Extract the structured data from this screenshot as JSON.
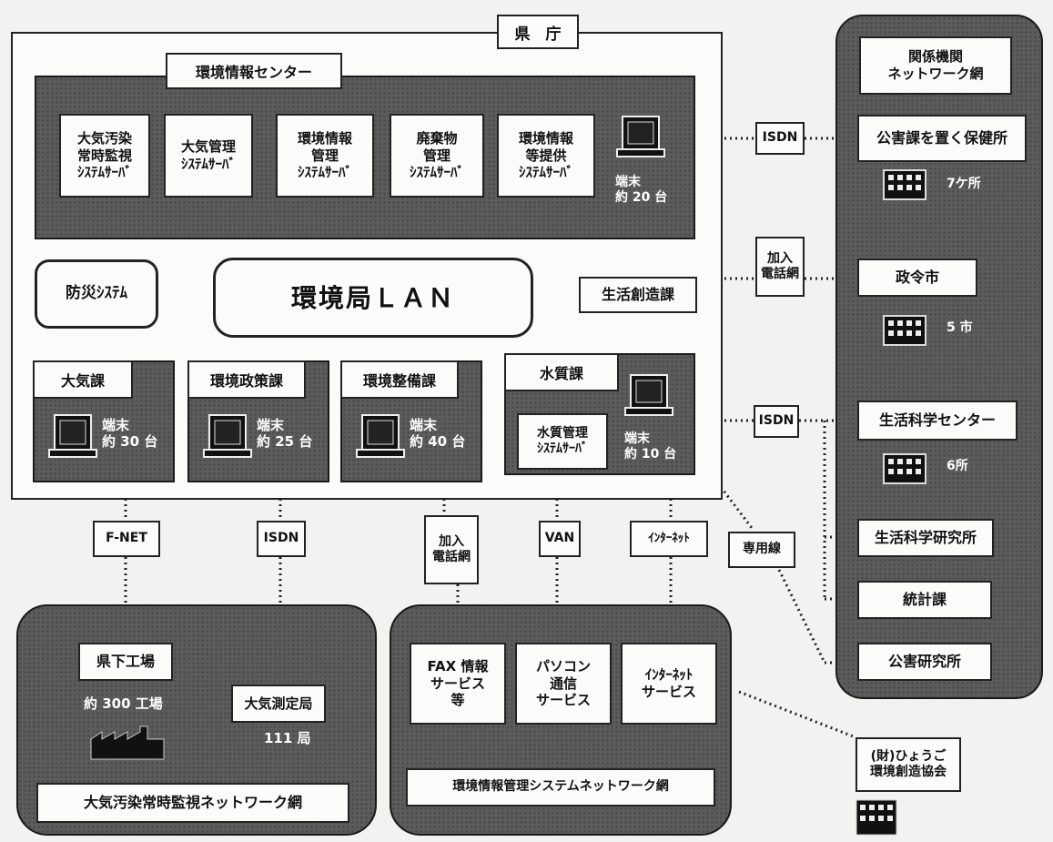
{
  "prefecture": {
    "label": "県　庁",
    "center_label": "環境情報センター",
    "servers": [
      "大気汚染\n常時監視\nｼｽﾃﾑｻｰﾊﾞ",
      "大気管理\nｼｽﾃﾑｻｰﾊﾞ",
      "環境情報\n管理\nｼｽﾃﾑｻｰﾊﾞ",
      "廃棄物\n管理\nｼｽﾃﾑｻｰﾊﾞ",
      "環境情報\n等提供\nｼｽﾃﾑｻｰﾊﾞ"
    ],
    "center_terminals": "端末\n約 20 台",
    "lan": "環境局ＬＡＮ",
    "disaster_system": "防災ｼｽﾃﾑ",
    "living_dept": "生活創造課",
    "divisions": [
      {
        "name": "大気課",
        "terminals": "端末\n約 30 台"
      },
      {
        "name": "環境政策課",
        "terminals": "端末\n約 25 台"
      },
      {
        "name": "環境整備課",
        "terminals": "端末\n約 40 台"
      }
    ],
    "water": {
      "name": "水質課",
      "server": "水質管理\nｼｽﾃﾑｻｰﾊﾞ",
      "terminals": "端末\n約 10 台"
    }
  },
  "related": {
    "title": "関係機関\nネットワーク網",
    "items": [
      {
        "name": "公害課を置く保健所",
        "count": "7ケ所"
      },
      {
        "name": "政令市",
        "count": "5 市"
      },
      {
        "name": "生活科学センター",
        "count": "6所"
      },
      {
        "name": "生活科学研究所"
      },
      {
        "name": "統計課"
      },
      {
        "name": "公害研究所"
      }
    ]
  },
  "links": {
    "isdn_top": "ISDN",
    "phone_mid": "加入\n電話網",
    "isdn_mid": "ISDN",
    "dedicated": "専用線",
    "fnet": "F-NET",
    "isdn_bottom": "ISDN",
    "phone_bottom": "加入\n電話網",
    "van": "VAN",
    "internet": "ｲﾝﾀｰﾈｯﾄ"
  },
  "air_network": {
    "factory": "県下工場",
    "factory_count": "約 300 工場",
    "station": "大気測定局",
    "station_count": "111 局",
    "title": "大気汚染常時監視ネットワーク網"
  },
  "env_network": {
    "services": [
      "FAX 情報\nサービス\n等",
      "パソコン\n通信\nサービス",
      "ｲﾝﾀｰﾈｯﾄ\nサービス"
    ],
    "title": "環境情報管理システムネットワーク網"
  },
  "association": "(財)ひょうご\n環境創造協会",
  "colors": {
    "panel_dark": "#5c5c5c",
    "line": "#222222",
    "paper": "#f2f2f0"
  }
}
